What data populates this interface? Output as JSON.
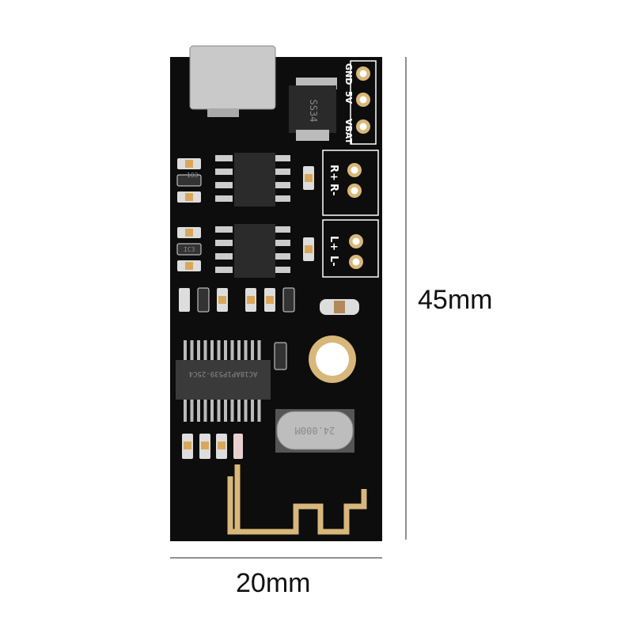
{
  "dimensions": {
    "height_label": "45mm",
    "width_label": "20mm"
  },
  "board": {
    "pin_labels": {
      "gnd": "GND",
      "v5": "5V",
      "vbat": "VBAT",
      "r_plus": "R+",
      "r_minus": "R-",
      "l_plus": "L+",
      "l_minus": "L-"
    },
    "diode_marking": "SS34",
    "main_chip_marking": "AC18AP1P539-25C4",
    "crystal_marking": "24.000M",
    "resistor_markings": [
      "103",
      "IC3"
    ],
    "colors": {
      "pcb": "#0d0d0d",
      "gold": "#d8b77a",
      "silk": "#ffffff"
    }
  }
}
